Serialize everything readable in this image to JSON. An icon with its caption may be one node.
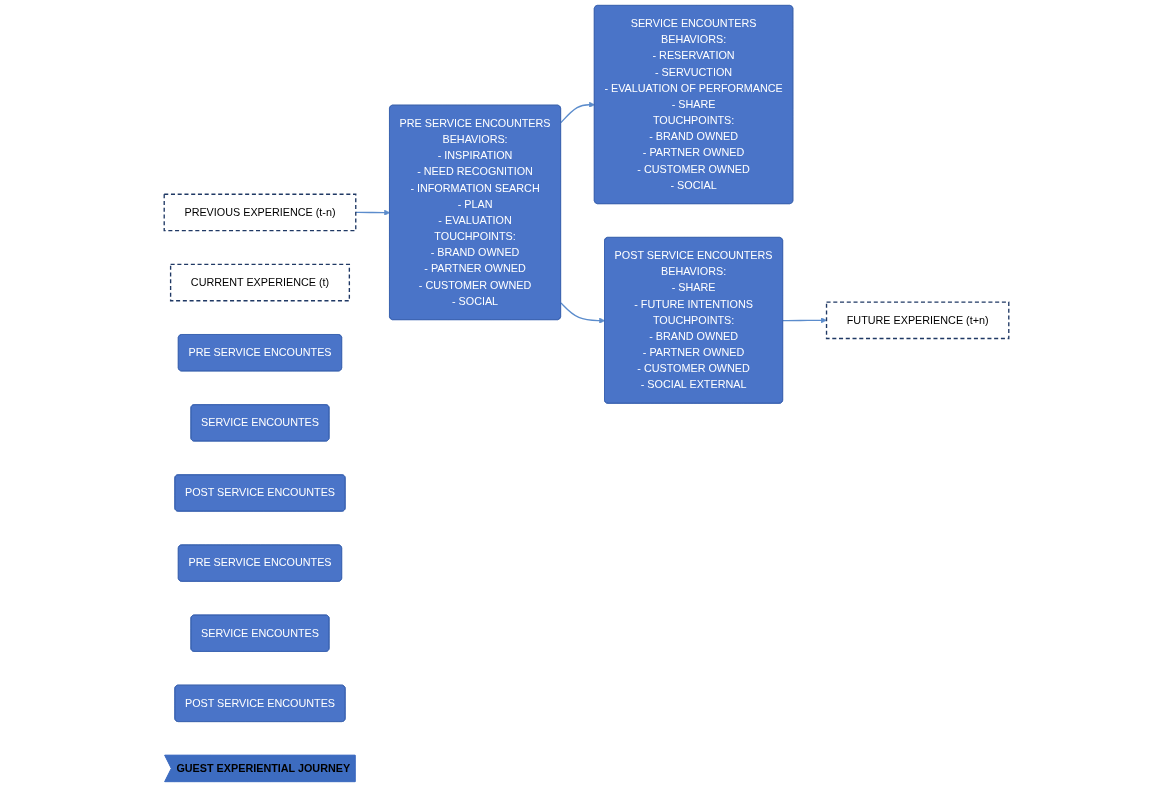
{
  "diagram": {
    "nodes": [
      {
        "text": [
          "PREVIOUS EXPERIENCE (t-n)"
        ]
      },
      {
        "text": [
          "CURRENT EXPERIENCE (t)"
        ]
      },
      {
        "text": [
          "FUTURE EXPERIENCE (t+n)"
        ]
      },
      {
        "text": [
          "PRE SERVICE ENCOUNTES"
        ]
      },
      {
        "text": [
          "SERVICE ENCOUNTES"
        ]
      },
      {
        "text": [
          "POST SERVICE ENCOUNTES"
        ]
      },
      {
        "text": [
          "PRE SERVICE ENCOUNTERS",
          "BEHAVIORS:",
          "- INSPIRATION",
          "- NEED RECOGNITION",
          "- INFORMATION SEARCH",
          "- PLAN",
          "- EVALUATION",
          "TOUCHPOINTS:",
          "- BRAND OWNED",
          "- PARTNER OWNED",
          "- CUSTOMER OWNED",
          "- SOCIAL"
        ]
      },
      {
        "text": [
          "SERVICE ENCOUNTERS",
          "BEHAVIORS:",
          "- RESERVATION",
          "- SERVUCTION",
          "- EVALUATION OF PERFORMANCE",
          "- SHARE",
          "TOUCHPOINTS:",
          "- BRAND OWNED",
          "- PARTNER OWNED",
          "- CUSTOMER OWNED",
          "- SOCIAL"
        ]
      },
      {
        "text": [
          "POST SERVICE ENCOUNTERS",
          "BEHAVIORS:",
          "- SHARE",
          "- FUTURE INTENTIONS",
          "TOUCHPOINTS:",
          "- BRAND OWNED",
          "- PARTNER OWNED",
          "- CUSTOMER OWNED",
          "- SOCIAL EXTERNAL"
        ]
      },
      {
        "text": [
          "PRE SERVICE ENCOUNTES"
        ]
      },
      {
        "text": [
          "SERVICE ENCOUNTES"
        ]
      },
      {
        "text": [
          "POST SERVICE ENCOUNTES"
        ]
      },
      {
        "text": [
          "GUEST EXPERIENTIAL JOURNEY"
        ]
      }
    ],
    "edges": [
      {
        "from": 0,
        "to": 6,
        "arrow": "to"
      },
      {
        "from": 8,
        "to": 2,
        "arrow": "to"
      },
      {
        "from": 6,
        "to": 7,
        "arrow": "to"
      },
      {
        "from": 6,
        "to": 8,
        "arrow": "to"
      }
    ]
  }
}
